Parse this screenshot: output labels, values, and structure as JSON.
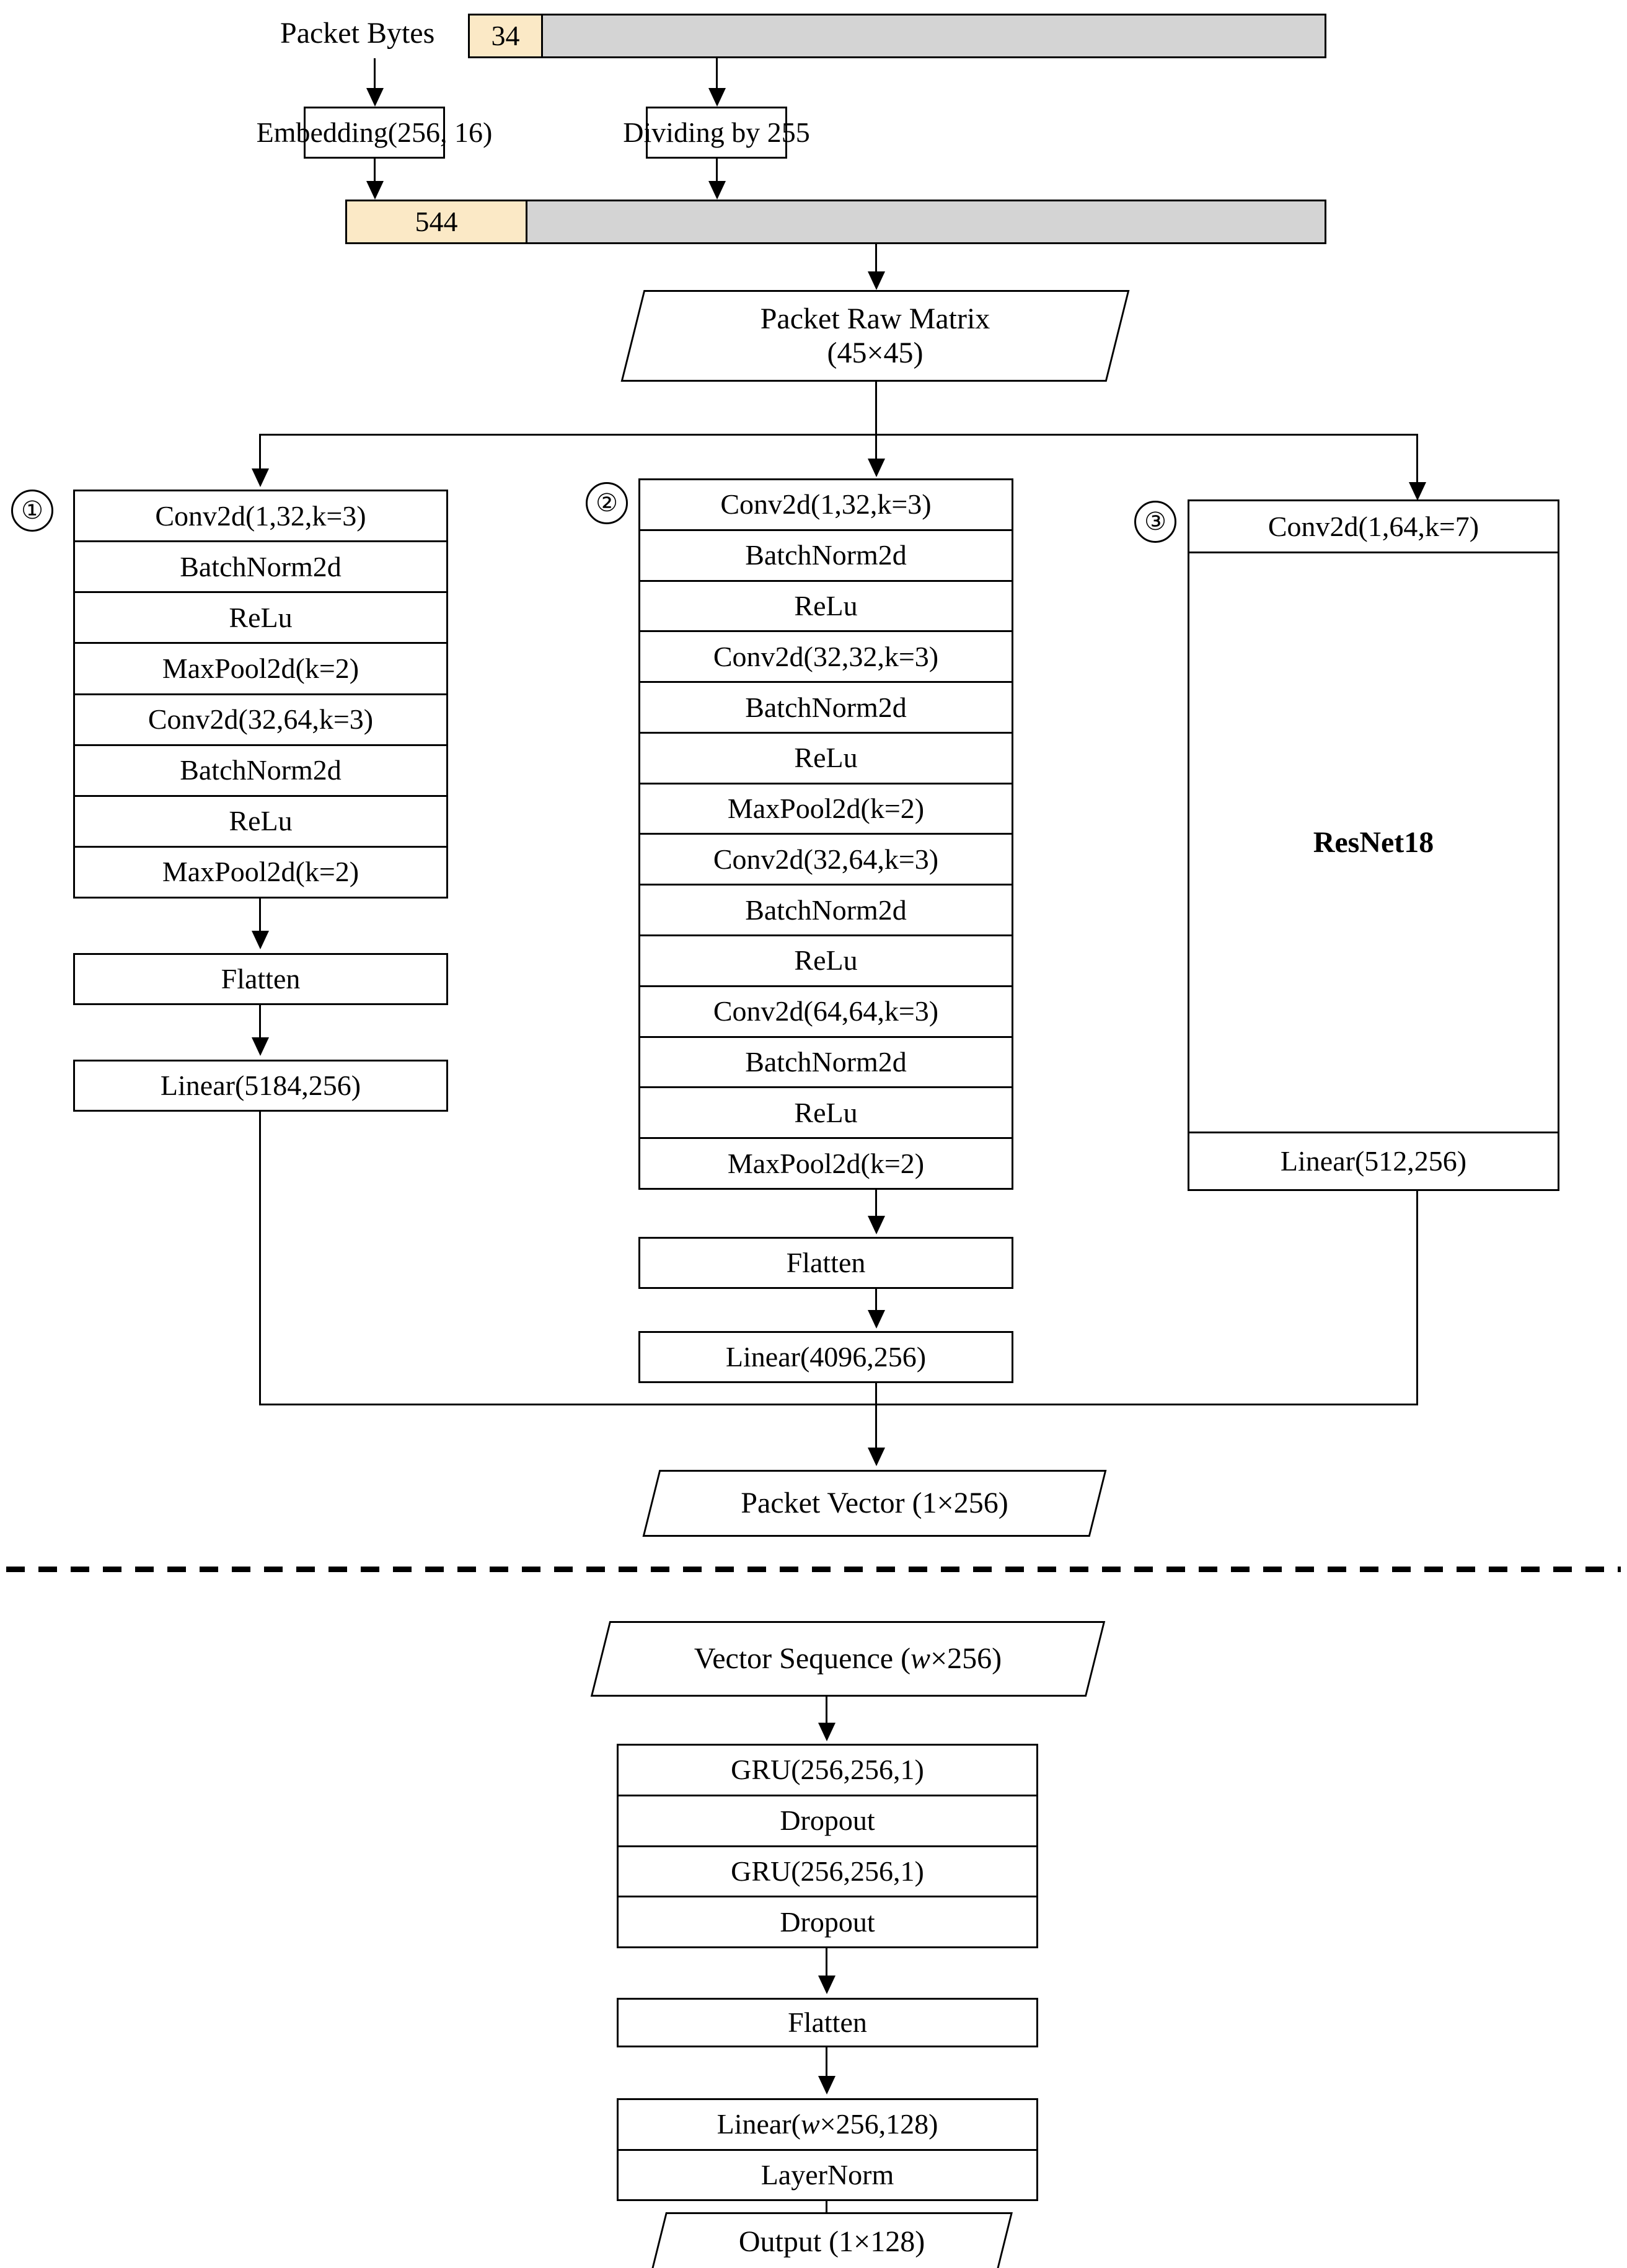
{
  "colors": {
    "filled_segment": "#fbe9c6",
    "empty_segment": "#d4d4d4",
    "stroke": "#000000",
    "background": "#ffffff"
  },
  "packet_encoder": {
    "input_label": "Packet Bytes",
    "input_bar": {
      "filled_value": "34",
      "total_label": ""
    },
    "preprocess": {
      "embedding": "Embedding(256, 16)",
      "scaling": "Dividing by 255"
    },
    "expanded_bar": {
      "filled_value": "544"
    },
    "matrix_node": {
      "line1": "Packet Raw Matrix",
      "line2": "(45×45)"
    },
    "branch_markers": [
      "①",
      "②",
      "③"
    ],
    "branch1": {
      "marker": "①",
      "layers": [
        "Conv2d(1,32,k=3)",
        "BatchNorm2d",
        "ReLu",
        "MaxPool2d(k=2)",
        "Conv2d(32,64,k=3)",
        "BatchNorm2d",
        "ReLu",
        "MaxPool2d(k=2)"
      ],
      "flatten": "Flatten",
      "linear": "Linear(5184,256)"
    },
    "branch2": {
      "marker": "②",
      "layers": [
        "Conv2d(1,32,k=3)",
        "BatchNorm2d",
        "ReLu",
        "Conv2d(32,32,k=3)",
        "BatchNorm2d",
        "ReLu",
        "MaxPool2d(k=2)",
        "Conv2d(32,64,k=3)",
        "BatchNorm2d",
        "ReLu",
        "Conv2d(64,64,k=3)",
        "BatchNorm2d",
        "ReLu",
        "MaxPool2d(k=2)"
      ],
      "flatten": "Flatten",
      "linear": "Linear(4096,256)"
    },
    "branch3": {
      "marker": "③",
      "head": "Conv2d(1,64,k=7)",
      "body": "ResNet18",
      "linear": "Linear(512,256)"
    },
    "output_node": "Packet Vector (1×256)"
  },
  "sequence_encoder": {
    "input_node_prefix": "Vector Sequence (",
    "input_node_var": "w",
    "input_node_suffix": "×256)",
    "layers": [
      "GRU(256,256,1)",
      "Dropout",
      "GRU(256,256,1)",
      "Dropout"
    ],
    "flatten": "Flatten",
    "head": {
      "linear_prefix": "Linear(",
      "linear_var": "w",
      "linear_suffix": "×256,128)",
      "norm": "LayerNorm"
    },
    "output_node": "Output (1×128)"
  }
}
